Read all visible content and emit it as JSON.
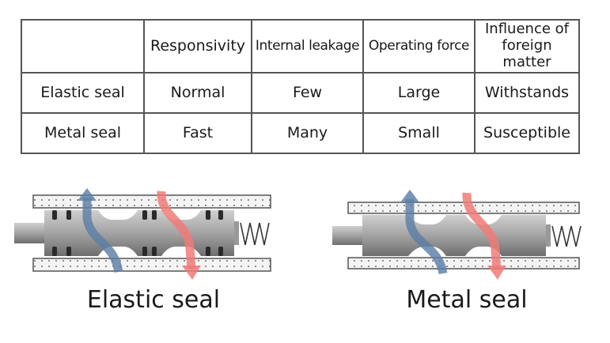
{
  "table": {
    "headers": [
      "",
      "Responsivity",
      "Internal leakage",
      "Operating force",
      "Influence of foreign matter"
    ],
    "rows": [
      {
        "label": "Elastic seal",
        "values": [
          "Normal",
          "Few",
          "Large",
          "Withstands"
        ]
      },
      {
        "label": "Metal seal",
        "values": [
          "Fast",
          "Many",
          "Small",
          "Susceptible"
        ]
      }
    ]
  },
  "diagrams": {
    "elastic": {
      "caption": "Elastic seal"
    },
    "metal": {
      "caption": "Metal seal"
    }
  },
  "colors": {
    "border": "#555555",
    "spool": "#9a9a9a",
    "flow_blue": "#5b7fa6",
    "flow_red": "#f07a78"
  }
}
